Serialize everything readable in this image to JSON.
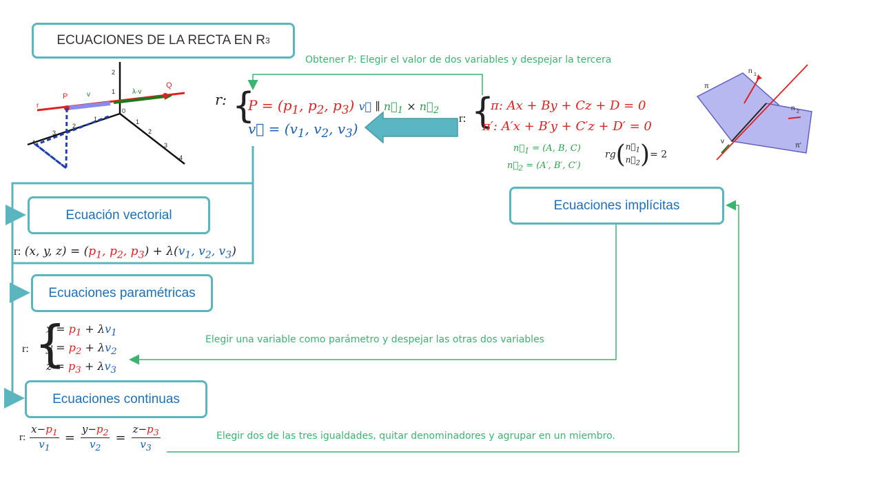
{
  "title": {
    "main": "ECUACIONES DE LA RECTA EN R",
    "sup": "3"
  },
  "notes": {
    "obtain_point": "Obtener P: Elegir el valor de dos variables y despejar la tercera",
    "param_choice": "Elegir una variable como parámetro y despejar las otras dos variables",
    "equalities": "Elegir dos de las tres igualdades, quitar denominadores y agrupar en un miembro."
  },
  "boxes": {
    "vectorial": "Ecuación vectorial",
    "implicit": "Ecuaciones implícitas",
    "parametric": "Ecuaciones paramétricas",
    "continuous": "Ecuaciones continuas"
  },
  "labels": {
    "r": "r:",
    "r_colon_italic": "r:"
  },
  "figure_left": {
    "P": "P",
    "Q": "Q",
    "v": "v",
    "lv": "λ·v",
    "r": "r",
    "ticks_z": [
      "2",
      "1",
      "0"
    ],
    "ticks_y": [
      "1",
      "2",
      "3",
      "4"
    ],
    "ticks_x": [
      "1",
      "2",
      "3",
      "4"
    ]
  },
  "figure_right": {
    "pi": "π",
    "pi2": "π'",
    "n1": "n",
    "n1s": "1",
    "n2": "n",
    "n2s": "2",
    "v": "v"
  },
  "colors": {
    "box_border": "#5bb5be",
    "box_text": "#1f6fb4",
    "note": "#3cb371",
    "red": "#e02020",
    "blue": "#1a5fb0",
    "green": "#2e9e4a",
    "arrow_fill": "#5ab6c2"
  }
}
